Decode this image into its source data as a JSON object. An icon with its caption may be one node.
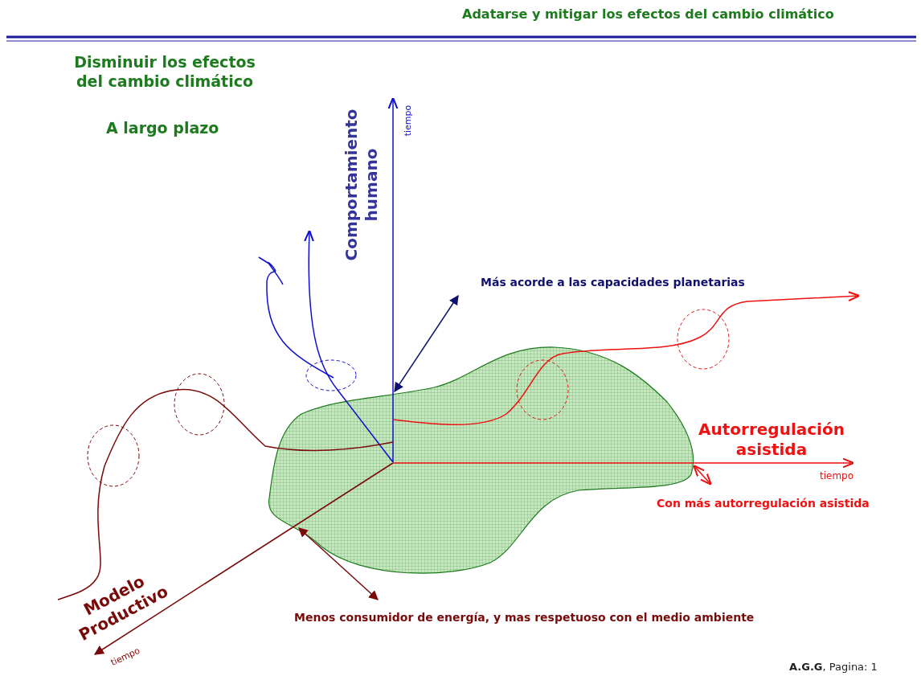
{
  "diagram": {
    "title": "Adatarse y mitigar los efectos del cambio climático",
    "labels": [
      "Disminuir los efectos del cambio climático",
      "A largo plazo",
      "Comportamiento humano",
      "tiempo",
      "Más acorde a las capacidades planetarias",
      "Autorregulación asistida",
      "tiempo",
      "Con más autorregulación asistida",
      "Modelo Productivo",
      "Menos consumidor de energía, y mas respetuoso con el medio ambiente",
      "tiempo",
      "**A.G.G**, Pagina: 1"
    ]
  }
}
